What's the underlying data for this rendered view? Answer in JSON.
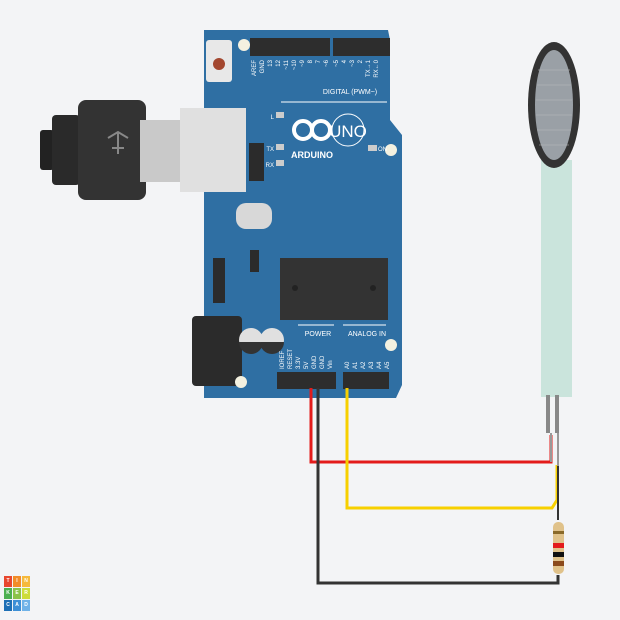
{
  "board": {
    "brand": "ARDUINO",
    "model": "UNO",
    "digital_label": "DIGITAL (PWM~)",
    "power_label": "POWER",
    "analog_label": "ANALOG IN",
    "led_l": "L",
    "led_tx": "TX",
    "led_rx": "RX",
    "led_on": "ON",
    "digital_pins": [
      "AREF",
      "GND",
      "13",
      "12",
      "~11",
      "~10",
      "~9",
      "8",
      "7",
      "~6",
      "~5",
      "4",
      "~3",
      "2",
      "TX→1",
      "RX←0"
    ],
    "power_pins": [
      "IOREF",
      "RESET",
      "3.3V",
      "5V",
      "GND",
      "GND",
      "Vin"
    ],
    "analog_pins": [
      "A0",
      "A1",
      "A2",
      "A3",
      "A4",
      "A5"
    ]
  },
  "wires": [
    {
      "name": "5V",
      "color": "#e31b1b"
    },
    {
      "name": "A0",
      "color": "#f7d000"
    },
    {
      "name": "GND",
      "color": "#333333"
    }
  ],
  "logo": {
    "letters": [
      "T",
      "I",
      "N",
      "K",
      "E",
      "R",
      "C",
      "A",
      "D"
    ],
    "colors": [
      "#e8472f",
      "#f28c28",
      "#f6b93b",
      "#4caf50",
      "#8bc34a",
      "#cddc39",
      "#1e6fb5",
      "#3d8fd6",
      "#6fb2e8"
    ]
  }
}
